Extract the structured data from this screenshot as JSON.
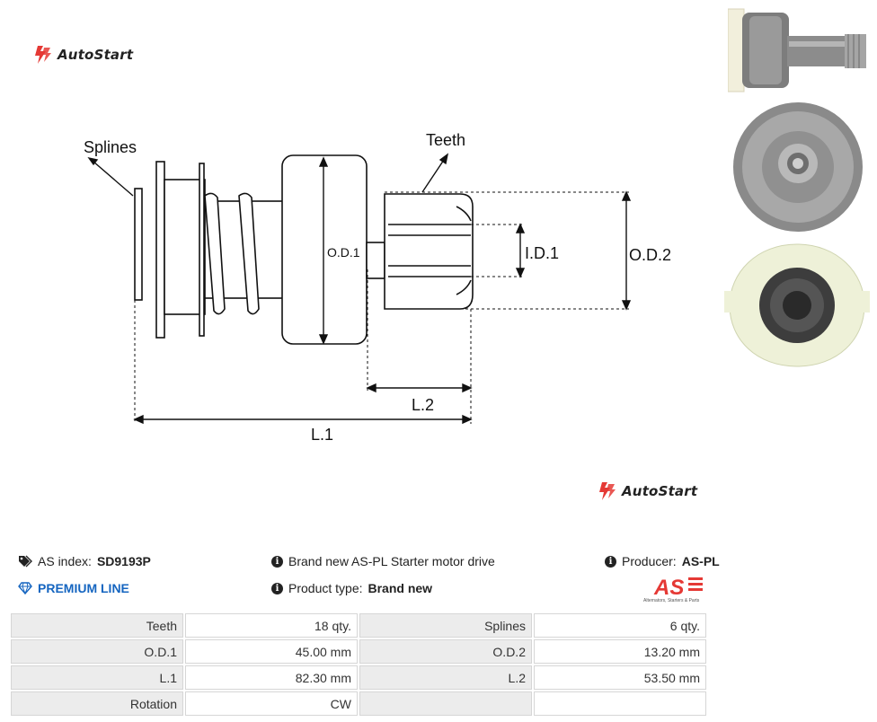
{
  "brand": {
    "name": "AutoStart"
  },
  "diagram": {
    "labels": {
      "splines": "Splines",
      "teeth": "Teeth",
      "od1": "O.D.1",
      "od2": "O.D.2",
      "id1": "I.D.1",
      "l1": "L.1",
      "l2": "L.2"
    }
  },
  "info": {
    "as_index_label": "AS index:",
    "as_index_value": "SD9193P",
    "premium": "PREMIUM LINE",
    "description": "Brand new AS-PL Starter motor drive",
    "product_type_label": "Product type:",
    "product_type_value": "Brand new",
    "producer_label": "Producer:",
    "producer_value": "AS-PL",
    "producer_logo_text": "AS",
    "producer_logo_tagline": "Alternators, Starters & Parts"
  },
  "specs": {
    "rows": [
      {
        "l1": "Teeth",
        "v1": "18 qty.",
        "l2": "Splines",
        "v2": "6 qty."
      },
      {
        "l1": "O.D.1",
        "v1": "45.00 mm",
        "l2": "O.D.2",
        "v2": "13.20 mm"
      },
      {
        "l1": "L.1",
        "v1": "82.30 mm",
        "l2": "L.2",
        "v2": "53.50 mm"
      },
      {
        "l1": "Rotation",
        "v1": "CW",
        "l2": "",
        "v2": ""
      }
    ]
  },
  "colors": {
    "brand_red": "#e53935",
    "premium_blue": "#1565c0"
  }
}
